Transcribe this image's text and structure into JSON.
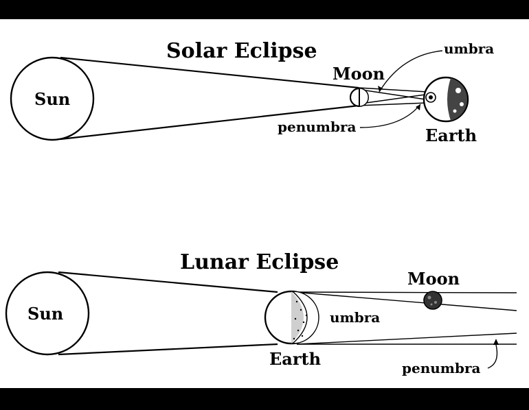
{
  "solar": {
    "title": "Solar Eclipse",
    "sun": "Sun",
    "moon": "Moon",
    "earth": "Earth",
    "umbra": "umbra",
    "penumbra": "penumbra"
  },
  "lunar": {
    "title": "Lunar Eclipse",
    "sun": "Sun",
    "moon": "Moon",
    "earth": "Earth",
    "umbra": "umbra",
    "penumbra": "penumbra"
  },
  "colors": {
    "frame": "#000000",
    "panel": "#ffffff",
    "ink": "#000000"
  }
}
